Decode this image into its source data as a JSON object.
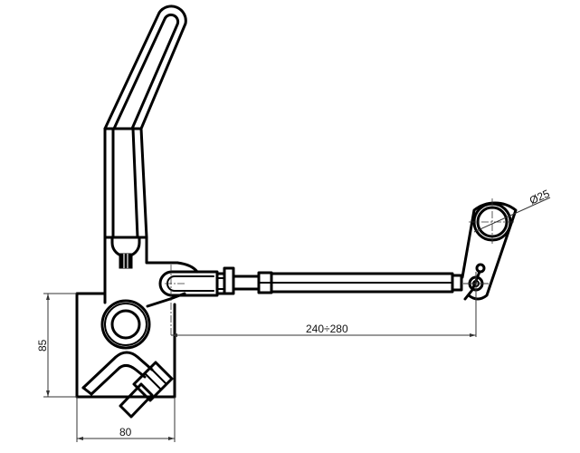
{
  "drawing": {
    "title": "Clamp lever with adjustable tie rod",
    "dimensions": {
      "diameter_label": "Ø25",
      "length_label": "240÷280",
      "height_label": "85",
      "width_label": "80"
    },
    "colors": {
      "line": "#000000",
      "background": "#ffffff"
    }
  }
}
